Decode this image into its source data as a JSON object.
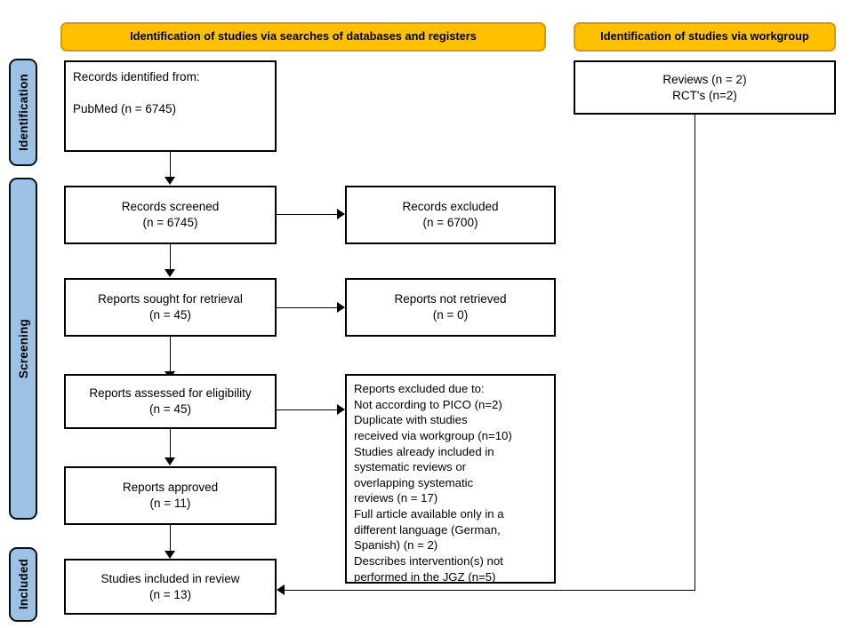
{
  "diagram": {
    "title": "PRISMA 2020 flow diagram",
    "colors": {
      "banner_fill": "#ffc000",
      "banner_border": "#d79b00",
      "phase_fill": "#9cc3e5",
      "phase_border": "#0d0d0d",
      "node_border": "#000000",
      "background": "#ffffff"
    }
  },
  "phases": [
    {
      "id": "identification",
      "label": "Identification"
    },
    {
      "id": "screening",
      "label": "Screening"
    },
    {
      "id": "included",
      "label": "Included"
    }
  ],
  "banners": [
    {
      "id": "databases",
      "label": "Identification of studies via searches of databases and registers"
    },
    {
      "id": "workgroup",
      "label": "Identification of studies via workgroup"
    }
  ],
  "nodes": {
    "records_identified": "Records identified from:\n\n     PubMed (n = 6745)",
    "workgroup_records": "Reviews (n = 2)\nRCT's (n=2)",
    "records_screened": "Records screened\n(n = 6745)",
    "records_excluded": "Records excluded\n(n = 6700)",
    "reports_sought": "Reports sought for retrieval\n(n = 45)",
    "reports_not_retrieved": "Reports not retrieved\n(n = 0)",
    "reports_assessed": "Reports assessed for eligibility\n(n = 45)",
    "reports_excluded": "Reports excluded due to:\n    Not according to PICO (n=2)\n    Duplicate with studies\n    received via workgroup (n=10)\n    Studies already included in\n    systematic reviews or\n    overlapping systematic\n    reviews (n = 17)\n    Full article available only in a\n    different language (German,\n    Spanish) (n = 2)\n    Describes intervention(s) not\n    performed in the JGZ (n=5)",
    "reports_approved": "Reports approved\n(n = 11)",
    "studies_included": "Studies included in review\n(n = 13)"
  }
}
